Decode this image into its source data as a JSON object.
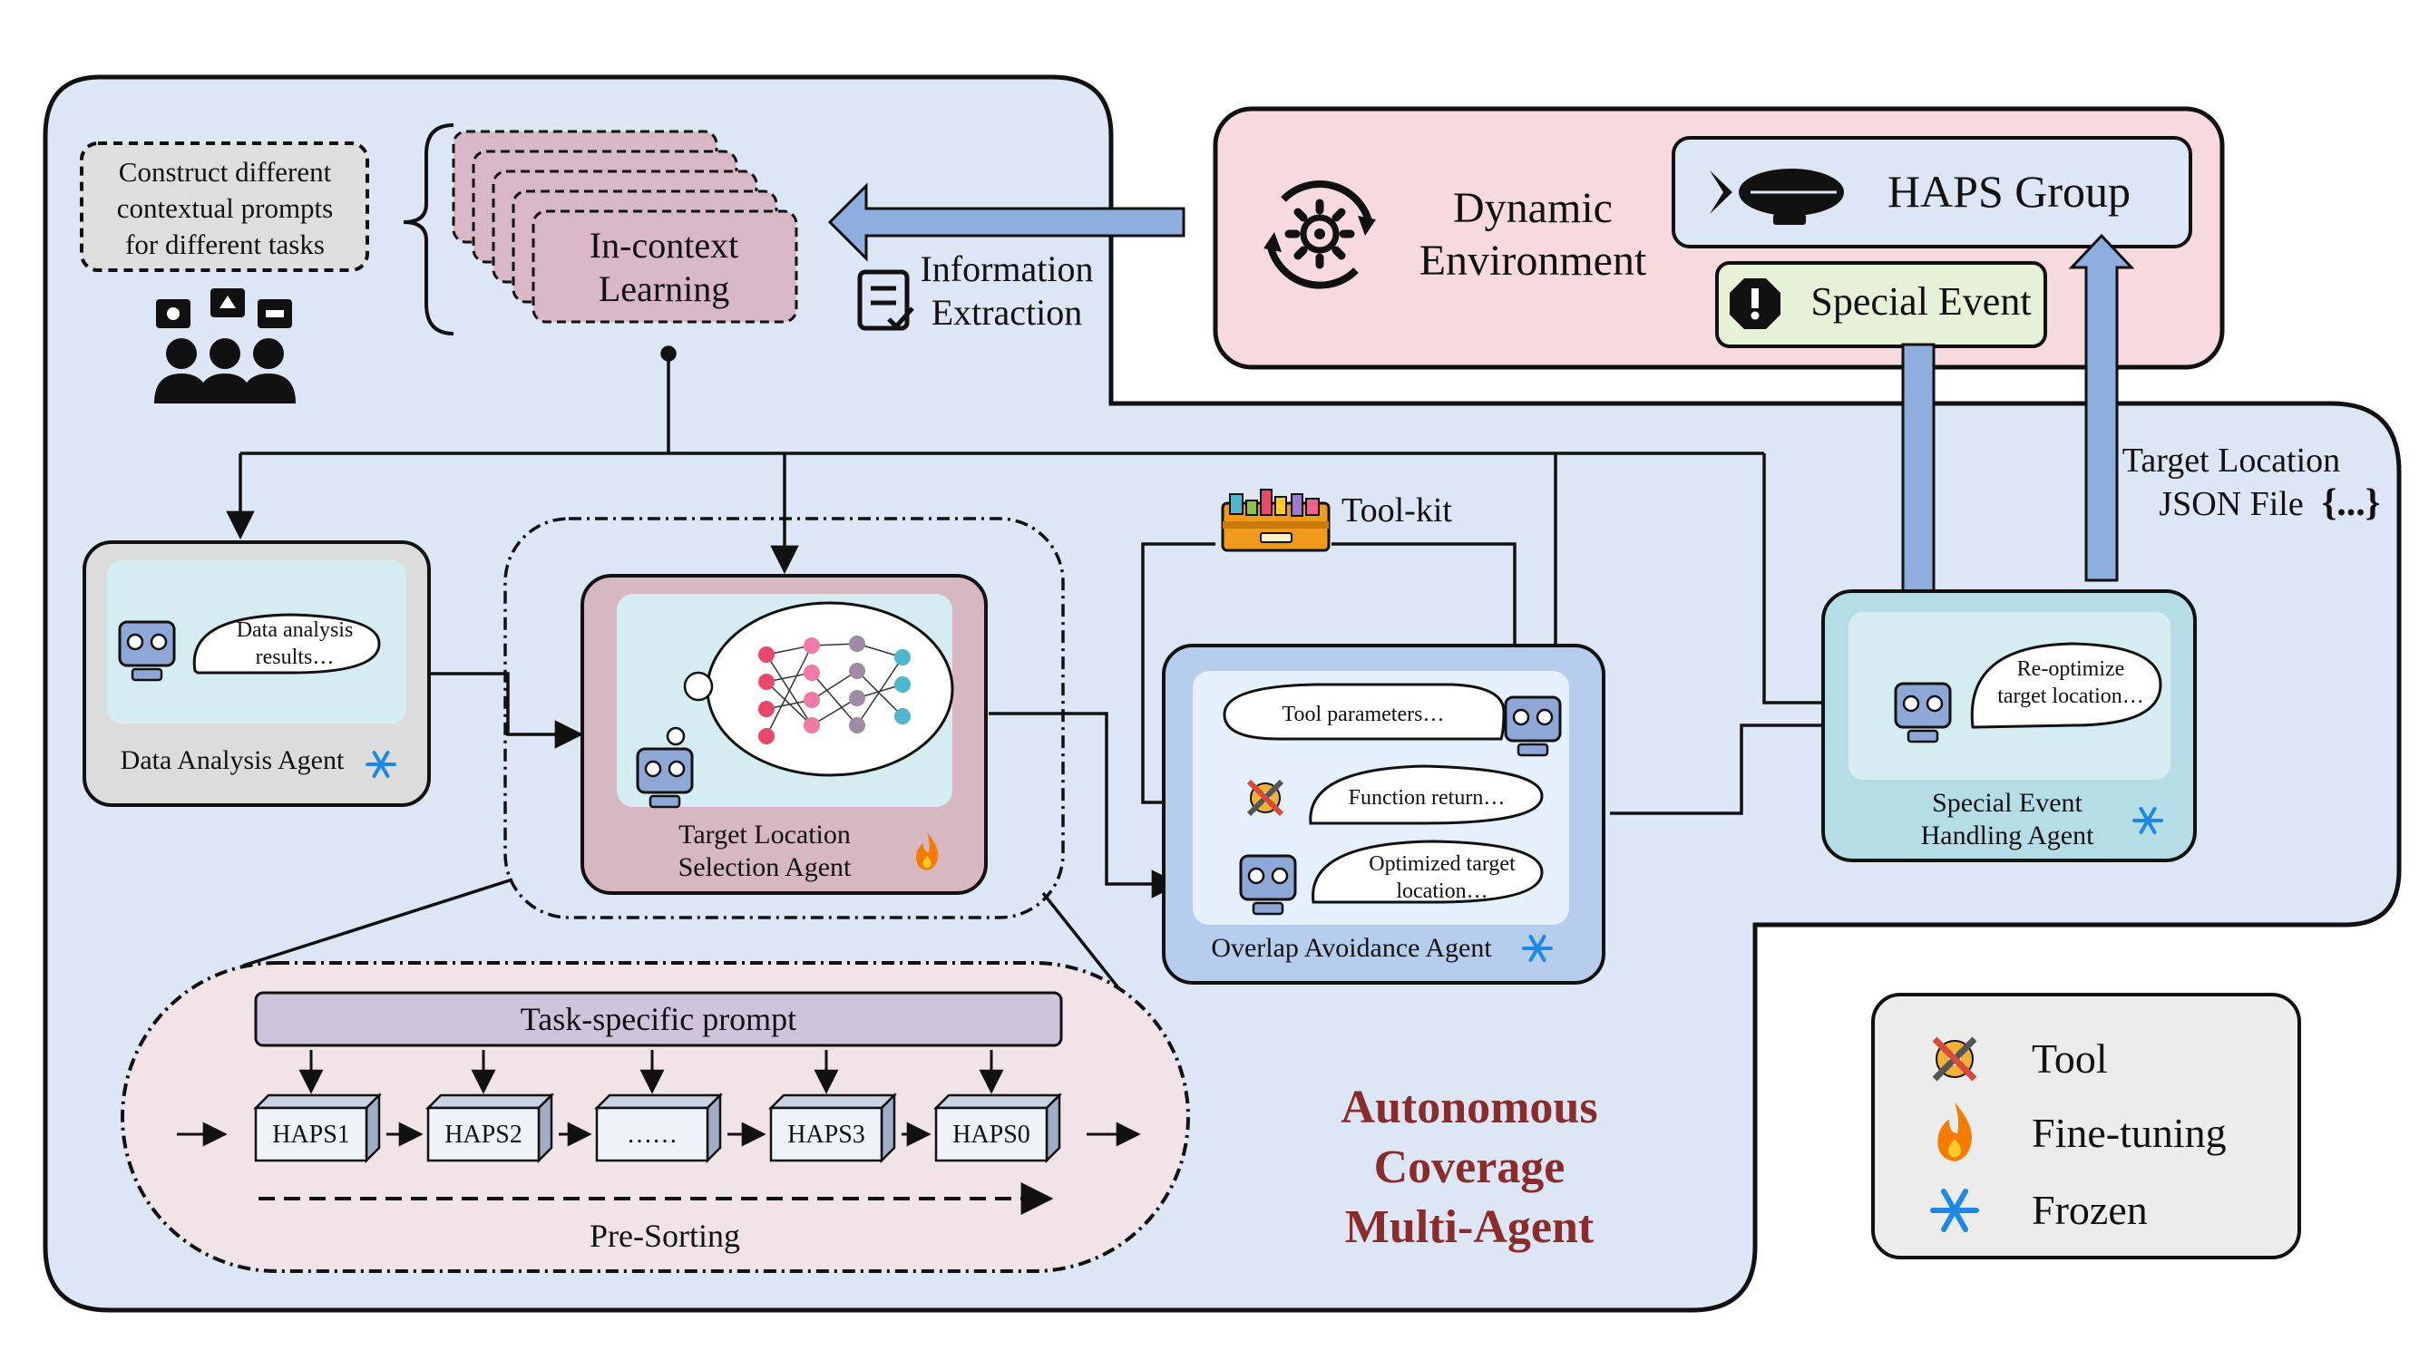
{
  "prompt_note": "Construct different\ncontextual prompts\nfor different tasks",
  "in_context_learning": "In-context\nLearning",
  "information_extraction": "Information\nExtraction",
  "dynamic_environment": "Dynamic\nEnvironment",
  "haps_group": "HAPS Group",
  "special_event": "Special Event",
  "target_location_json": "Target Location\nJSON File",
  "json_braces": "{...}",
  "toolkit": "Tool-kit",
  "agents": {
    "data_analysis": {
      "name": "Data Analysis Agent",
      "bubble": "Data analysis\nresults…"
    },
    "target_location": {
      "name": "Target Location\nSelection Agent"
    },
    "overlap": {
      "name": "Overlap Avoidance Agent",
      "tool_params": "Tool parameters…",
      "function_return": "Function return…",
      "optimized": "Optimized target\nlocation…"
    },
    "special_event": {
      "name": "Special Event\nHandling Agent",
      "bubble": "Re-optimize\ntarget location…"
    }
  },
  "presorting": {
    "prompt": "Task-specific prompt",
    "haps": [
      "HAPS1",
      "HAPS2",
      "……",
      "HAPS3",
      "HAPS0"
    ],
    "label": "Pre-Sorting"
  },
  "system_title": "Autonomous\nCoverage\nMulti-Agent",
  "legend": {
    "tool": "Tool",
    "fine_tuning": "Fine-tuning",
    "frozen": "Frozen"
  },
  "colors": {
    "outer_panel": "#dce6f5",
    "environment_panel": "#f7dadd",
    "haps_box": "#dde6f4",
    "special_event_box": "#e6f2d8",
    "prompt_card": "#d8b8c4",
    "agent_grey": "#dcdcdc",
    "agent_inner": "#d5edf0",
    "target_agent": "#d6b7c2",
    "overlap_agent": "#b6cdee",
    "special_agent": "#b5dde6",
    "presort_panel": "#f0e4e8",
    "prompt_bar": "#d0c4dc",
    "arrow_blue": "#8eaee0",
    "title_red": "#8b2c2c",
    "frozen_blue": "#1e88e5",
    "fire_orange": "#f57c00"
  }
}
